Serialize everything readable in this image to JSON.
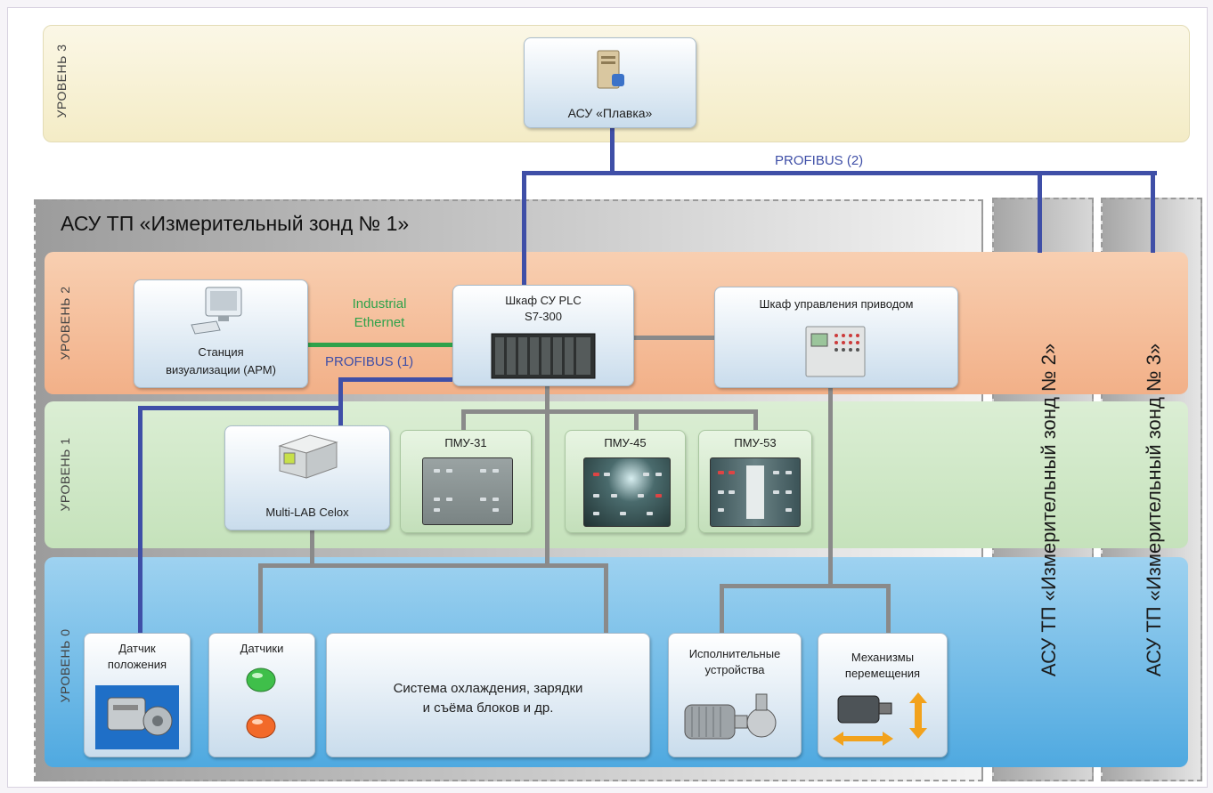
{
  "levels": {
    "level3": "УРОВЕНЬ 3",
    "level2": "УРОВЕНЬ 2",
    "level1": "УРОВЕНЬ 1",
    "level0": "УРОВЕНЬ 0"
  },
  "top_node": {
    "label": "АСУ «Плавка»",
    "icon": "server-icon"
  },
  "profibus2_label": "PROFIBUS (2)",
  "main_group_title": "АСУ ТП «Измерительный зонд № 1»",
  "side_groups": [
    {
      "label": "АСУ ТП «Измерительный зонд № 2»"
    },
    {
      "label": "АСУ ТП «Измерительный зонд № 3»"
    }
  ],
  "level2_nodes": {
    "workstation": {
      "line1": "Станция",
      "line2": "визуализации (АРМ)",
      "icon": "computer-icon"
    },
    "industrial_ethernet": {
      "line1": "Industrial",
      "line2": "Ethernet",
      "color": "#2fa24a"
    },
    "profibus1_label": "PROFIBUS (1)",
    "plc": {
      "line1": "Шкаф СУ PLC",
      "line2": "S7-300",
      "icon": "plc-rack-icon"
    },
    "drive_cabinet": {
      "label": "Шкаф управления приводом",
      "icon": "control-cabinet-icon"
    }
  },
  "level1_nodes": {
    "celox": {
      "label": "Multi-LAB Celox",
      "icon": "analyzer-device-icon"
    },
    "pmu": [
      {
        "label": "ПМУ-31"
      },
      {
        "label": "ПМУ-45"
      },
      {
        "label": "ПМУ-53"
      }
    ]
  },
  "level0_nodes": {
    "position_sensor": {
      "line1": "Датчик",
      "line2": "положения",
      "icon": "encoder-icon"
    },
    "sensors": {
      "label": "Датчики",
      "icons": [
        "green-indicator-icon",
        "orange-indicator-icon"
      ]
    },
    "cooling_system": {
      "line1": "Система охлаждения, зарядки",
      "line2": "и съёма блоков и др."
    },
    "actuators": {
      "line1": "Исполнительные",
      "line2": "устройства",
      "icon": "pump-motor-icon"
    },
    "mechanisms": {
      "line1": "Механизмы",
      "line2": "перемещения",
      "icon": "motor-arrows-icon"
    }
  },
  "colors": {
    "profibus": "#3f4fa7",
    "ethernet": "#2fa24a",
    "level3_bg": "#f7f1d4",
    "level2_bg": "#f4b98f",
    "level1_bg": "#cfe6c6",
    "level0_bg": "#6ab8e6"
  }
}
